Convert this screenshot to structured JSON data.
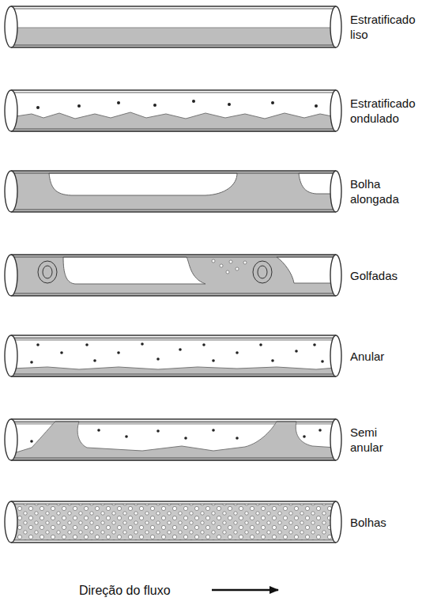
{
  "diagram": {
    "labels": [
      "Estratificado liso",
      "Estratificado ondulado",
      "Bolha alongada",
      "Golfadas",
      "Anular",
      "Semi anular",
      "Bolhas",
      "Direção do fluxo"
    ]
  }
}
